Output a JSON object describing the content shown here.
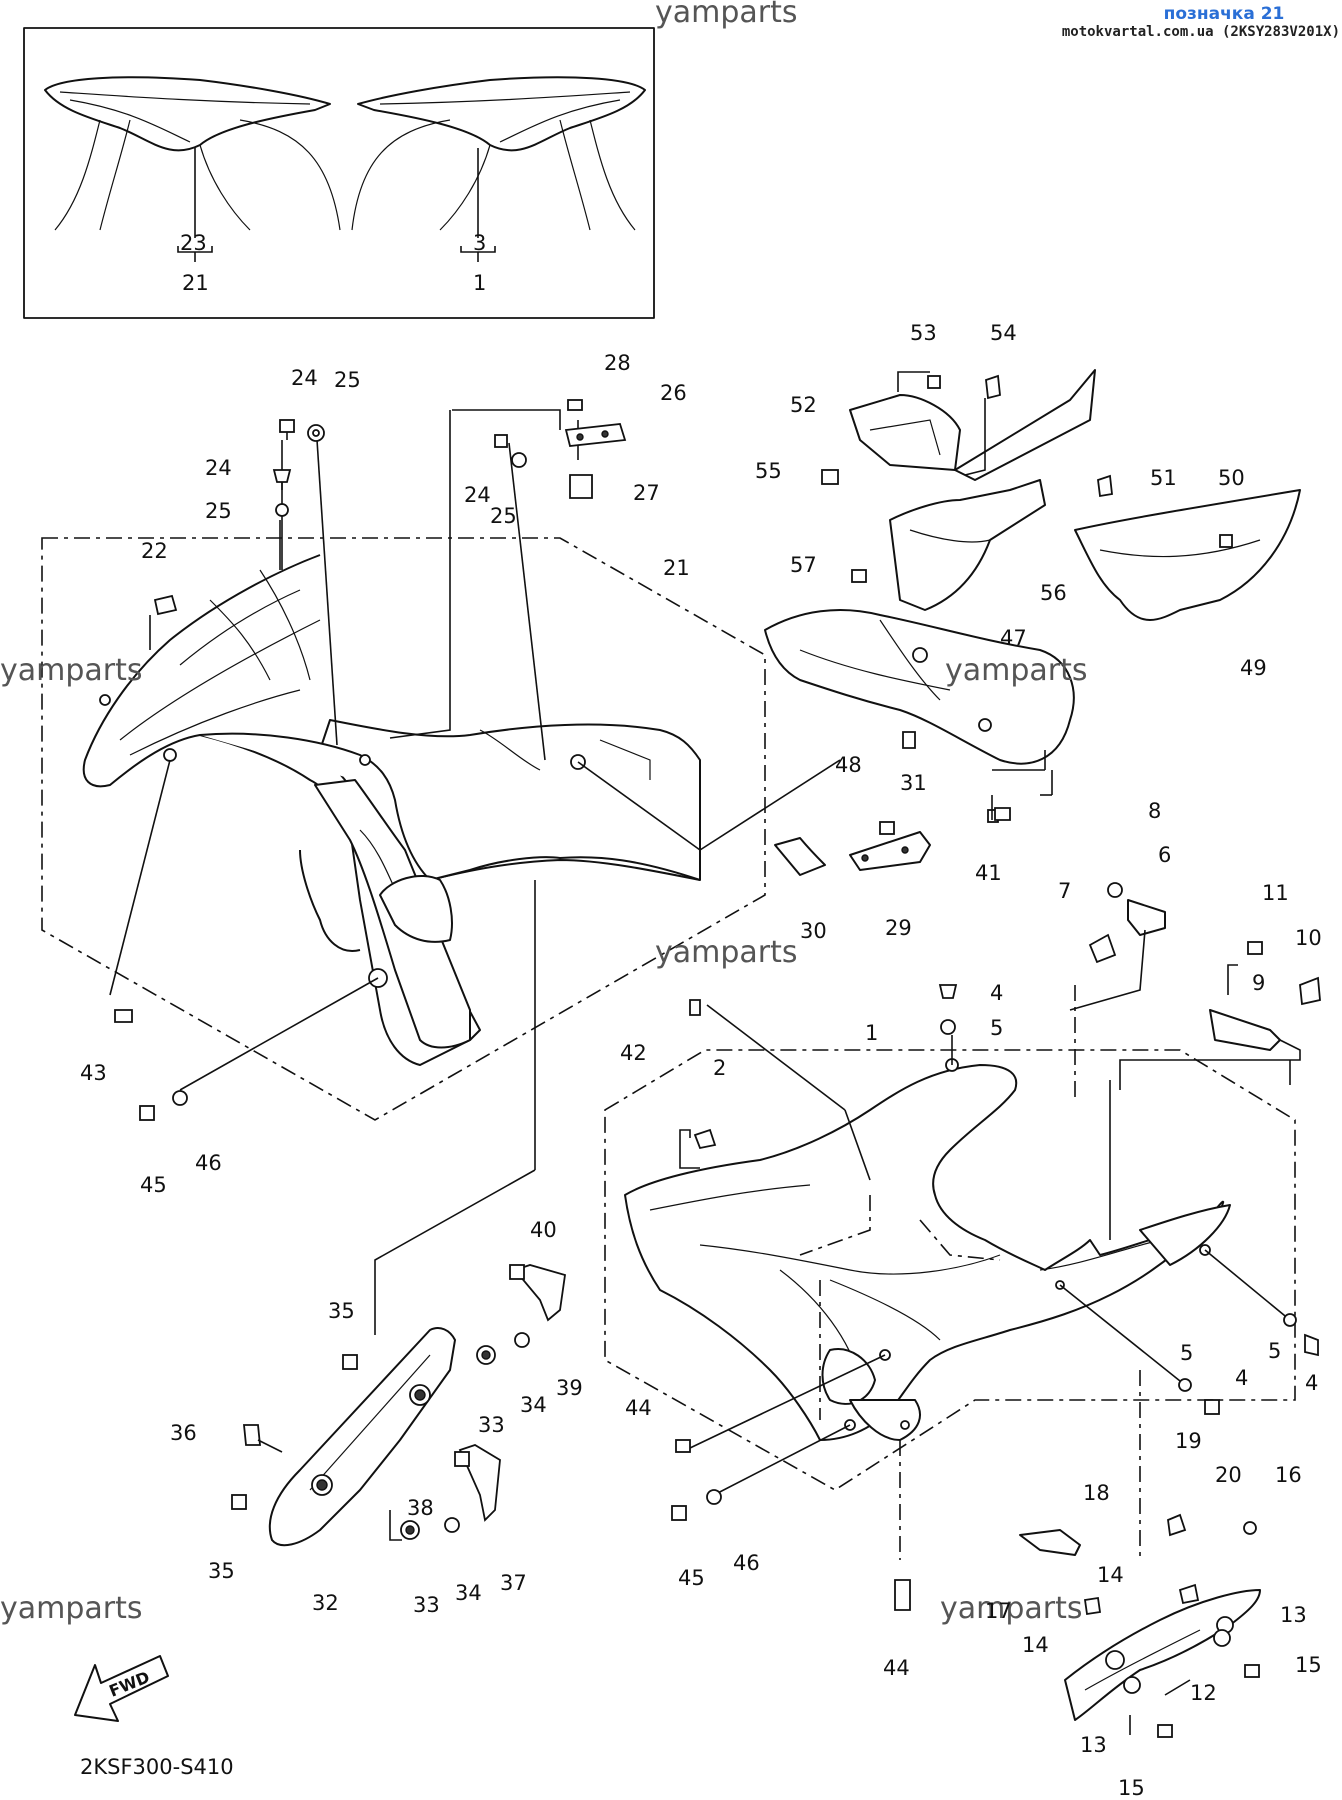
{
  "header": {
    "title": "позначка 21",
    "subtitle": "motokvartal.com.ua (2KSY283V201X)"
  },
  "watermark": "yamparts",
  "diagram_ref": "2KSF300-S410",
  "fwd_label": "FWD",
  "callouts": {
    "c1": "1",
    "c2": "2",
    "c3": "3",
    "c4": "4",
    "c5": "5",
    "c6": "6",
    "c7": "7",
    "c8": "8",
    "c9": "9",
    "c10": "10",
    "c11": "11",
    "c12": "12",
    "c13": "13",
    "c14": "14",
    "c15": "15",
    "c16": "16",
    "c17": "17",
    "c18": "18",
    "c19": "19",
    "c20": "20",
    "c21": "21",
    "c22": "22",
    "c23": "23",
    "c24": "24",
    "c25": "25",
    "c26": "26",
    "c27": "27",
    "c28": "28",
    "c29": "29",
    "c30": "30",
    "c31": "31",
    "c32": "32",
    "c33": "33",
    "c34": "34",
    "c35": "35",
    "c36": "36",
    "c37": "37",
    "c38": "38",
    "c39": "39",
    "c40": "40",
    "c41": "41",
    "c42": "42",
    "c43": "43",
    "c44": "44",
    "c45": "45",
    "c46": "46",
    "c47": "47",
    "c48": "48",
    "c49": "49",
    "c50": "50",
    "c51": "51",
    "c52": "52",
    "c53": "53",
    "c54": "54",
    "c55": "55",
    "c56": "56",
    "c57": "57"
  }
}
